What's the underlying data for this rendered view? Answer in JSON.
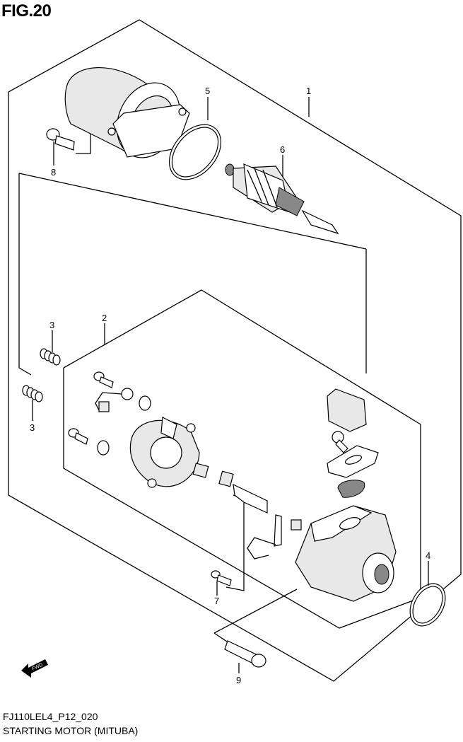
{
  "figure": {
    "title": "FIG.20",
    "code": "FJ110LEL4_P12_020",
    "caption": "STARTING MOTOR (MITUBA)"
  },
  "callouts": [
    {
      "id": "1",
      "label": "1"
    },
    {
      "id": "2",
      "label": "2"
    },
    {
      "id": "3a",
      "label": "3"
    },
    {
      "id": "3b",
      "label": "3"
    },
    {
      "id": "4",
      "label": "4"
    },
    {
      "id": "5",
      "label": "5"
    },
    {
      "id": "6",
      "label": "6"
    },
    {
      "id": "7",
      "label": "7"
    },
    {
      "id": "8",
      "label": "8"
    },
    {
      "id": "9",
      "label": "9"
    }
  ],
  "fwd_label": "FWD"
}
